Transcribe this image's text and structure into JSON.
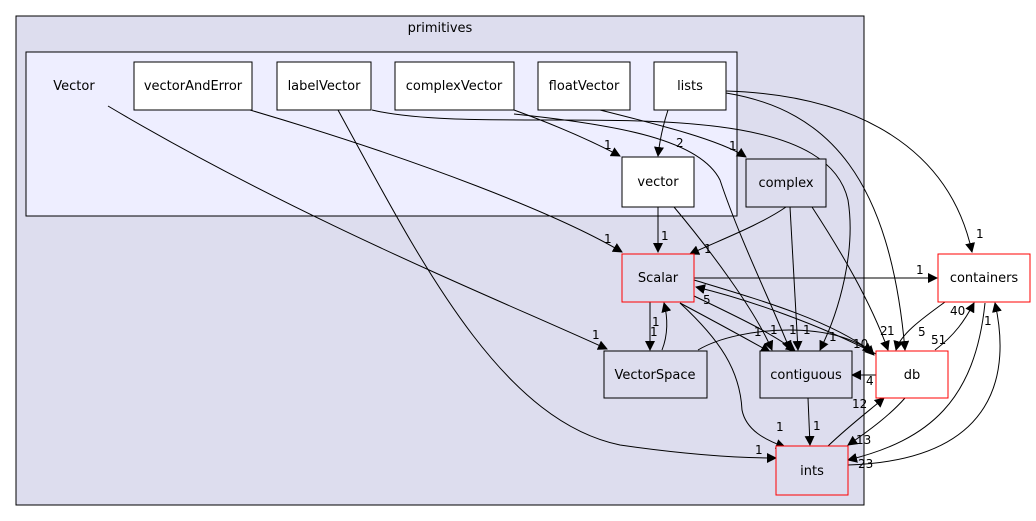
{
  "diagram": {
    "clusters": {
      "outer": {
        "label": "primitives"
      },
      "vector_cluster": {
        "label": "Vector"
      }
    },
    "nodes": {
      "vectorAndError": {
        "label": "vectorAndError",
        "border": "#000000"
      },
      "labelVector": {
        "label": "labelVector",
        "border": "#000000"
      },
      "complexVector": {
        "label": "complexVector",
        "border": "#000000"
      },
      "floatVector": {
        "label": "floatVector",
        "border": "#000000"
      },
      "lists": {
        "label": "lists",
        "border": "#000000"
      },
      "vector": {
        "label": "vector",
        "border": "#000000"
      },
      "complex": {
        "label": "complex",
        "border": "#000000"
      },
      "Scalar": {
        "label": "Scalar",
        "border": "#ff0000"
      },
      "VectorSpace": {
        "label": "VectorSpace",
        "border": "#000000"
      },
      "contiguous": {
        "label": "contiguous",
        "border": "#000000"
      },
      "ints": {
        "label": "ints",
        "border": "#ff0000"
      },
      "db": {
        "label": "db",
        "border": "#ff0000"
      },
      "containers": {
        "label": "containers",
        "border": "#ff0000"
      }
    },
    "edge_labels": {
      "lists_vector": "2",
      "complexVector_vector": "1",
      "floatVector_complex": "1",
      "vector_Scalar": "1",
      "vectorAndError_Scalar": "1",
      "complex_Scalar": "1",
      "Vector_VectorSpace": "1",
      "Scalar_VectorSpace": "1",
      "VectorSpace_Scalar": "1",
      "Scalar_contiguous_a": "1",
      "Scalar_contiguous_b": "1",
      "vector_contiguous": "1",
      "complex_contiguous": "1",
      "complexVector_contiguous": "1",
      "Scalar_db": "1",
      "db_Scalar": "5",
      "VectorSpace_db": "10",
      "complex_db": "2",
      "lists_db": "1",
      "containers_db": "5",
      "db_containers": "51",
      "db_contiguous": "4",
      "Scalar_containers": "1",
      "lists_containers": "1",
      "containers_ints_label": "40",
      "contiguous_ints": "1",
      "Scalar_ints": "1",
      "labelVector_ints": "1",
      "db_ints": "13",
      "ints_db": "12",
      "ints_containers": "1",
      "containers_ints": "23"
    }
  }
}
